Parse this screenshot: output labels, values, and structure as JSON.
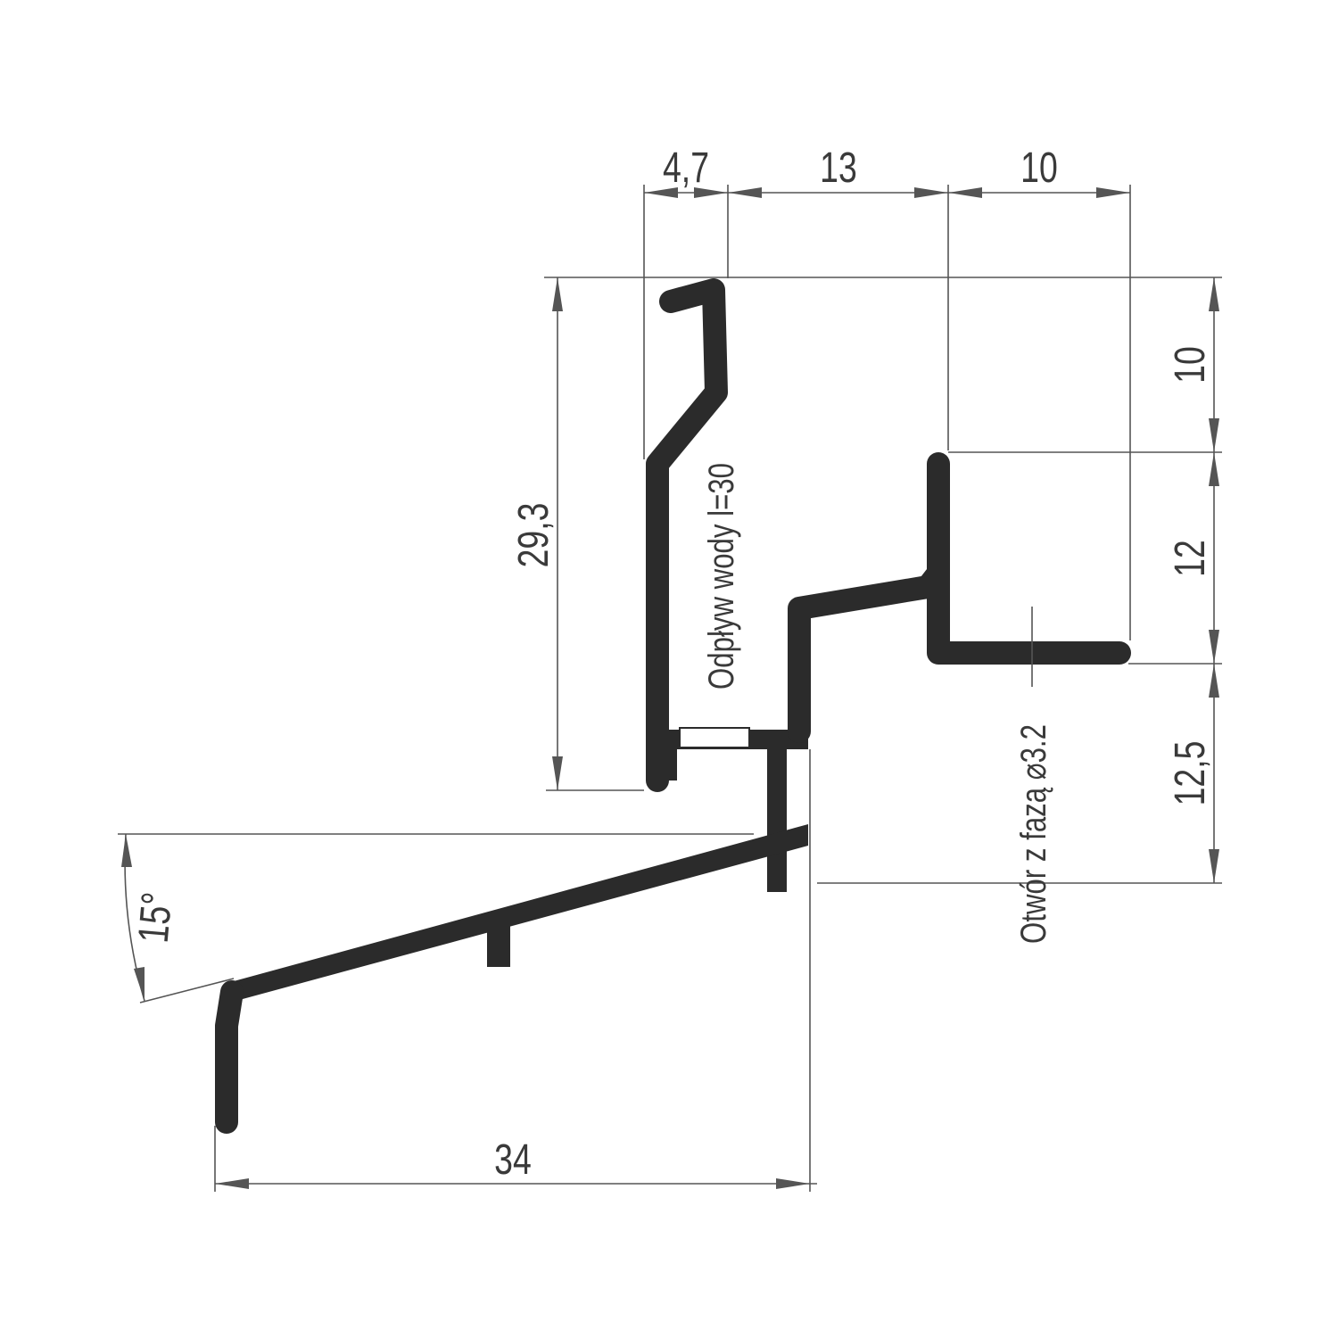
{
  "drawing": {
    "colors": {
      "profile": "#2b2b2b",
      "dimension": "#555555",
      "text": "#3a3a3a"
    },
    "dimensions": {
      "top_1": "4,7",
      "top_2": "13",
      "top_3": "10",
      "right_1": "10",
      "right_2": "12",
      "right_3": "12,5",
      "left_height": "29,3",
      "angle": "15°",
      "bottom_width": "34"
    },
    "notes": {
      "drain": "Odpływ wody l=30",
      "hole": "Otwór z fazą  ⌀3.2"
    }
  }
}
